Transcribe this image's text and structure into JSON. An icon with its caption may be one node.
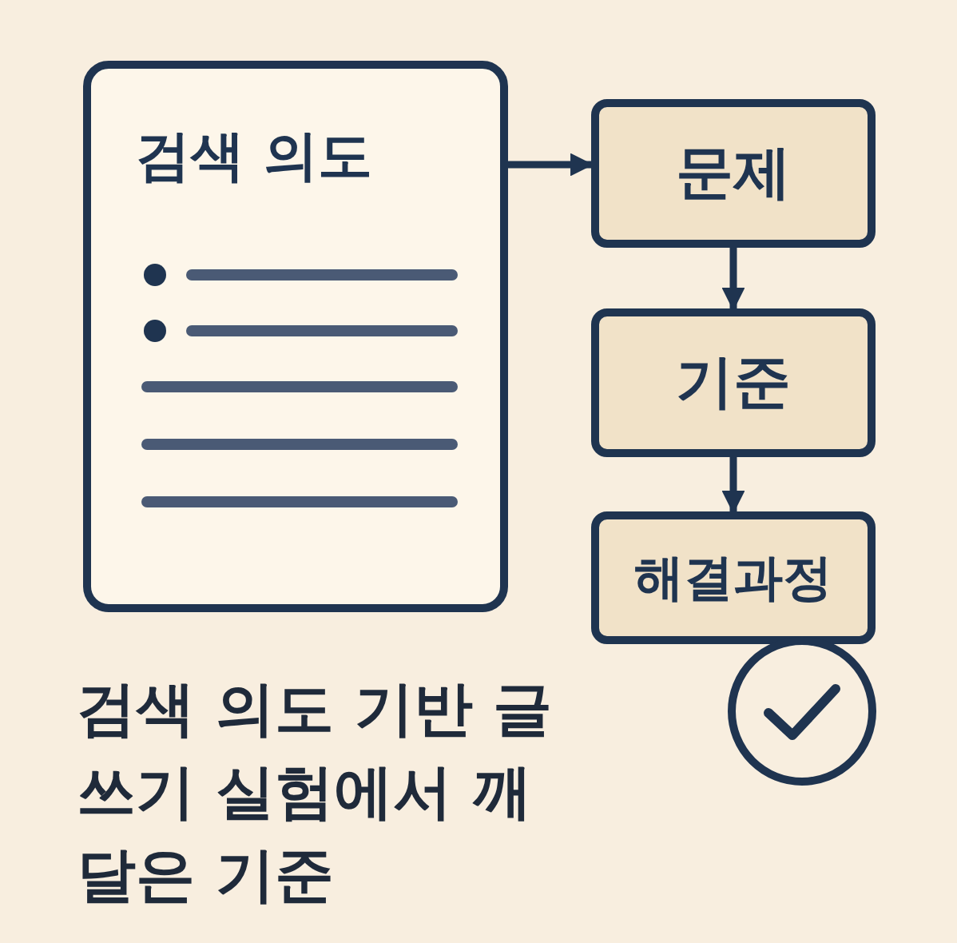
{
  "diagram": {
    "caption": "검색 의도 기반 글쓰기 실험에서 깨달은 기준",
    "nodes": [
      {
        "text": [
          "검색 의도"
        ]
      },
      {
        "text": [
          "문제"
        ]
      },
      {
        "text": [
          "기준"
        ]
      },
      {
        "text": [
          "해결과정"
        ]
      }
    ],
    "edges": [
      {
        "from": 0,
        "to": 1,
        "arrow": "to"
      },
      {
        "from": 1,
        "to": 2,
        "arrow": "to"
      },
      {
        "from": 2,
        "to": 3,
        "arrow": "to"
      }
    ]
  }
}
